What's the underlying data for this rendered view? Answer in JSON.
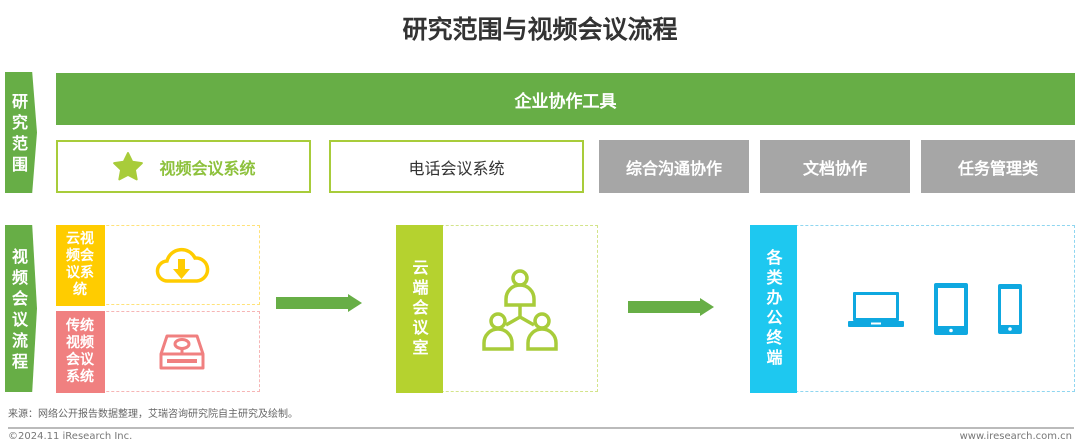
{
  "title": "研究范围与视频会议流程",
  "side_tabs": {
    "scope": "研究范围",
    "process": "视频会议流程"
  },
  "top_bar": "企业协作工具",
  "scope_items": [
    {
      "label": "视频会议系统",
      "icon": "star-icon",
      "highlight": true
    },
    {
      "label": "电话会议系统"
    },
    {
      "label": "综合沟通协作"
    },
    {
      "label": "文档协作"
    },
    {
      "label": "任务管理类"
    }
  ],
  "process": {
    "cloud_system": {
      "label": "云视频会议系统",
      "icon": "cloud-download-icon"
    },
    "traditional_system": {
      "label": "传统视频会议系统",
      "icon": "hardware-device-icon"
    },
    "cloud_room": {
      "label": "云端会议室",
      "icon": "people-network-icon"
    },
    "terminals": {
      "label": "各类办公终端",
      "icons": [
        "laptop-icon",
        "tablet-icon",
        "phone-icon"
      ]
    }
  },
  "colors": {
    "green": "#67ae46",
    "lime": "#b5d22f",
    "yellow": "#ffcc00",
    "pink": "#f08080",
    "cyan": "#1ec8f0",
    "blue": "#0fa8e0",
    "gray": "#a6a6a6"
  },
  "footer": {
    "source": "来源：网络公开报告数据整理，艾瑞咨询研究院自主研究及绘制。",
    "copyright": "©2024.11 iResearch Inc.",
    "website": "www.iresearch.com.cn"
  }
}
